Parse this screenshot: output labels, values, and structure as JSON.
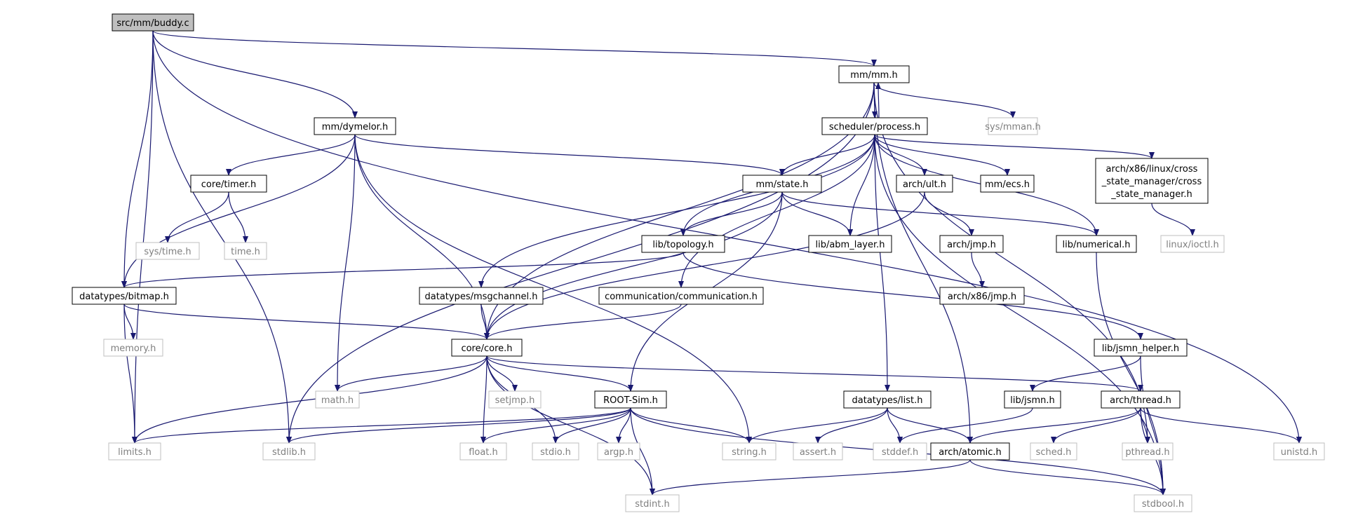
{
  "colors": {
    "edge": "#191970",
    "root_fill": "#bfbfbf",
    "root_stroke": "#000000",
    "internal_stroke": "#000000",
    "system_stroke": "#bfbfbf",
    "internal_text": "#000000",
    "system_text": "#7f7f7f",
    "background": "#ffffff"
  },
  "nodes": [
    {
      "id": "buddy_c",
      "label": "src/mm/buddy.c",
      "kind": "root"
    },
    {
      "id": "mm_mm_h",
      "label": "mm/mm.h",
      "kind": "internal"
    },
    {
      "id": "sched_process_h",
      "label": "scheduler/process.h",
      "kind": "internal"
    },
    {
      "id": "sys_mman_h",
      "label": "sys/mman.h",
      "kind": "system"
    },
    {
      "id": "mm_dymelor_h",
      "label": "mm/dymelor.h",
      "kind": "internal"
    },
    {
      "id": "core_timer_h",
      "label": "core/timer.h",
      "kind": "internal"
    },
    {
      "id": "sys_time_h",
      "label": "sys/time.h",
      "kind": "system"
    },
    {
      "id": "time_h",
      "label": "time.h",
      "kind": "system"
    },
    {
      "id": "mm_state_h",
      "label": "mm/state.h",
      "kind": "internal"
    },
    {
      "id": "arch_ult_h",
      "label": "arch/ult.h",
      "kind": "internal"
    },
    {
      "id": "mm_ecs_h",
      "label": "mm/ecs.h",
      "kind": "internal"
    },
    {
      "id": "arch_csm_h",
      "label": [
        "arch/x86/linux/cross",
        "_state_manager/cross",
        "_state_manager.h"
      ],
      "kind": "internal"
    },
    {
      "id": "linux_ioctl_h",
      "label": "linux/ioctl.h",
      "kind": "system"
    },
    {
      "id": "lib_topology_h",
      "label": "lib/topology.h",
      "kind": "internal"
    },
    {
      "id": "lib_abm_layer_h",
      "label": "lib/abm_layer.h",
      "kind": "internal"
    },
    {
      "id": "arch_jmp_h",
      "label": "arch/jmp.h",
      "kind": "internal"
    },
    {
      "id": "lib_numerical_h",
      "label": "lib/numerical.h",
      "kind": "internal"
    },
    {
      "id": "arch_x86_jmp_h",
      "label": "arch/x86/jmp.h",
      "kind": "internal"
    },
    {
      "id": "dt_bitmap_h",
      "label": "datatypes/bitmap.h",
      "kind": "internal"
    },
    {
      "id": "dt_msgchannel_h",
      "label": "datatypes/msgchannel.h",
      "kind": "internal"
    },
    {
      "id": "comm_h",
      "label": "communication/communication.h",
      "kind": "internal"
    },
    {
      "id": "memory_h",
      "label": "memory.h",
      "kind": "system"
    },
    {
      "id": "core_core_h",
      "label": "core/core.h",
      "kind": "internal"
    },
    {
      "id": "lib_jsmn_helper_h",
      "label": "lib/jsmn_helper.h",
      "kind": "internal"
    },
    {
      "id": "math_h",
      "label": "math.h",
      "kind": "system"
    },
    {
      "id": "setjmp_h",
      "label": "setjmp.h",
      "kind": "system"
    },
    {
      "id": "rootsim_h",
      "label": "ROOT-Sim.h",
      "kind": "internal"
    },
    {
      "id": "dt_list_h",
      "label": "datatypes/list.h",
      "kind": "internal"
    },
    {
      "id": "lib_jsmn_h",
      "label": "lib/jsmn.h",
      "kind": "internal"
    },
    {
      "id": "arch_thread_h",
      "label": "arch/thread.h",
      "kind": "internal"
    },
    {
      "id": "limits_h",
      "label": "limits.h",
      "kind": "system"
    },
    {
      "id": "stdlib_h",
      "label": "stdlib.h",
      "kind": "system"
    },
    {
      "id": "float_h",
      "label": "float.h",
      "kind": "system"
    },
    {
      "id": "stdio_h",
      "label": "stdio.h",
      "kind": "system"
    },
    {
      "id": "argp_h",
      "label": "argp.h",
      "kind": "system"
    },
    {
      "id": "string_h",
      "label": "string.h",
      "kind": "system"
    },
    {
      "id": "assert_h",
      "label": "assert.h",
      "kind": "system"
    },
    {
      "id": "stddef_h",
      "label": "stddef.h",
      "kind": "system"
    },
    {
      "id": "arch_atomic_h",
      "label": "arch/atomic.h",
      "kind": "internal"
    },
    {
      "id": "sched_h",
      "label": "sched.h",
      "kind": "system"
    },
    {
      "id": "pthread_h",
      "label": "pthread.h",
      "kind": "system"
    },
    {
      "id": "unistd_h",
      "label": "unistd.h",
      "kind": "system"
    },
    {
      "id": "stdint_h",
      "label": "stdint.h",
      "kind": "system"
    },
    {
      "id": "stdbool_h",
      "label": "stdbool.h",
      "kind": "system"
    }
  ],
  "edges": [
    [
      "buddy_c",
      "mm_mm_h"
    ],
    [
      "buddy_c",
      "mm_dymelor_h"
    ],
    [
      "buddy_c",
      "dt_bitmap_h"
    ],
    [
      "buddy_c",
      "limits_h"
    ],
    [
      "buddy_c",
      "stdlib_h"
    ],
    [
      "buddy_c",
      "unistd_h"
    ],
    [
      "mm_mm_h",
      "sched_process_h"
    ],
    [
      "mm_mm_h",
      "sys_mman_h"
    ],
    [
      "mm_mm_h",
      "core_core_h"
    ],
    [
      "mm_mm_h",
      "stdlib_h"
    ],
    [
      "mm_mm_h",
      "arch_atomic_h"
    ],
    [
      "mm_mm_h",
      "pthread_h"
    ],
    [
      "sched_process_h",
      "mm_mm_h"
    ],
    [
      "sched_process_h",
      "mm_state_h"
    ],
    [
      "sched_process_h",
      "arch_ult_h"
    ],
    [
      "sched_process_h",
      "mm_ecs_h"
    ],
    [
      "sched_process_h",
      "arch_csm_h"
    ],
    [
      "sched_process_h",
      "lib_topology_h"
    ],
    [
      "sched_process_h",
      "lib_abm_layer_h"
    ],
    [
      "sched_process_h",
      "lib_numerical_h"
    ],
    [
      "sched_process_h",
      "dt_msgchannel_h"
    ],
    [
      "sched_process_h",
      "comm_h"
    ],
    [
      "sched_process_h",
      "dt_list_h"
    ],
    [
      "sched_process_h",
      "stdbool_h"
    ],
    [
      "mm_dymelor_h",
      "core_timer_h"
    ],
    [
      "mm_dymelor_h",
      "mm_state_h"
    ],
    [
      "mm_dymelor_h",
      "dt_bitmap_h"
    ],
    [
      "mm_dymelor_h",
      "core_core_h"
    ],
    [
      "mm_dymelor_h",
      "math_h"
    ],
    [
      "mm_dymelor_h",
      "string_h"
    ],
    [
      "core_timer_h",
      "sys_time_h"
    ],
    [
      "core_timer_h",
      "time_h"
    ],
    [
      "mm_state_h",
      "lib_topology_h"
    ],
    [
      "mm_state_h",
      "lib_abm_layer_h"
    ],
    [
      "mm_state_h",
      "lib_numerical_h"
    ],
    [
      "mm_state_h",
      "core_core_h"
    ],
    [
      "mm_state_h",
      "rootsim_h"
    ],
    [
      "arch_ult_h",
      "arch_jmp_h"
    ],
    [
      "arch_ult_h",
      "core_core_h"
    ],
    [
      "arch_csm_h",
      "linux_ioctl_h"
    ],
    [
      "arch_jmp_h",
      "arch_x86_jmp_h"
    ],
    [
      "lib_topology_h",
      "dt_bitmap_h"
    ],
    [
      "lib_topology_h",
      "lib_jsmn_helper_h"
    ],
    [
      "lib_numerical_h",
      "stdbool_h"
    ],
    [
      "dt_bitmap_h",
      "memory_h"
    ],
    [
      "dt_bitmap_h",
      "core_core_h"
    ],
    [
      "dt_bitmap_h",
      "limits_h"
    ],
    [
      "dt_msgchannel_h",
      "core_core_h"
    ],
    [
      "comm_h",
      "core_core_h"
    ],
    [
      "core_core_h",
      "math_h"
    ],
    [
      "core_core_h",
      "setjmp_h"
    ],
    [
      "core_core_h",
      "rootsim_h"
    ],
    [
      "core_core_h",
      "arch_thread_h"
    ],
    [
      "core_core_h",
      "limits_h"
    ],
    [
      "core_core_h",
      "float_h"
    ],
    [
      "core_core_h",
      "stdio_h"
    ],
    [
      "core_core_h",
      "stdint_h"
    ],
    [
      "lib_jsmn_helper_h",
      "lib_jsmn_h"
    ],
    [
      "lib_jsmn_helper_h",
      "stdbool_h"
    ],
    [
      "rootsim_h",
      "limits_h"
    ],
    [
      "rootsim_h",
      "stdlib_h"
    ],
    [
      "rootsim_h",
      "float_h"
    ],
    [
      "rootsim_h",
      "stdio_h"
    ],
    [
      "rootsim_h",
      "argp_h"
    ],
    [
      "rootsim_h",
      "string_h"
    ],
    [
      "rootsim_h",
      "stdint_h"
    ],
    [
      "rootsim_h",
      "stdbool_h"
    ],
    [
      "dt_list_h",
      "string_h"
    ],
    [
      "dt_list_h",
      "assert_h"
    ],
    [
      "dt_list_h",
      "stddef_h"
    ],
    [
      "dt_list_h",
      "arch_atomic_h"
    ],
    [
      "lib_jsmn_h",
      "stddef_h"
    ],
    [
      "arch_thread_h",
      "arch_atomic_h"
    ],
    [
      "arch_thread_h",
      "sched_h"
    ],
    [
      "arch_thread_h",
      "pthread_h"
    ],
    [
      "arch_thread_h",
      "unistd_h"
    ],
    [
      "arch_thread_h",
      "stdbool_h"
    ],
    [
      "arch_atomic_h",
      "stdint_h"
    ],
    [
      "arch_atomic_h",
      "stdbool_h"
    ]
  ]
}
